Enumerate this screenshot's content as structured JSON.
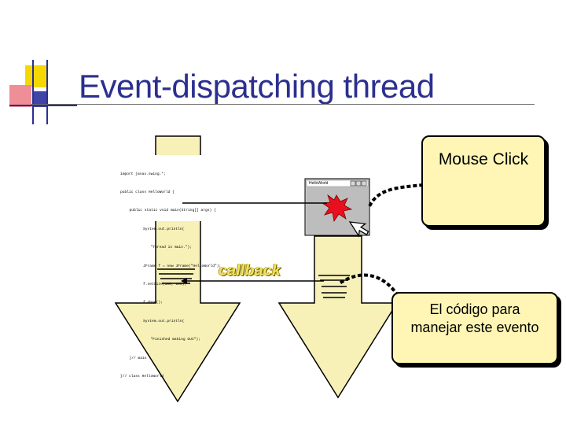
{
  "slide": {
    "title": "Event-dispatching thread"
  },
  "code_listing": [
    "import javax.swing.*;",
    "public class HelloWorld {",
    "  public static void main(String[] args) {",
    "    System.out.println(",
    "      \"Thread is main.\");",
    "    JFrame f = new JFrame(\"HelloWorld\");",
    "    f.setSize(100, 100);",
    "    f.show();",
    "    System.out.println(",
    "      \"Finished making GUI\");",
    "  }// main",
    "}// class HelloWorld"
  ],
  "window": {
    "title": "HelloWorld"
  },
  "notes": {
    "mouse_click": "Mouse Click",
    "handler_line1": "El código para",
    "handler_line2": "manejar este evento"
  },
  "callback_label": "callback",
  "colors": {
    "title": "#2b2f8f",
    "arrow_fill": "#f7f1b8",
    "note_fill": "#fff6b5",
    "callback_text": "#f2e25e",
    "burst": "#e8101e",
    "logo_yellow": "#f5d800",
    "logo_red": "#e8707a",
    "logo_blue": "#2b2f8f"
  }
}
